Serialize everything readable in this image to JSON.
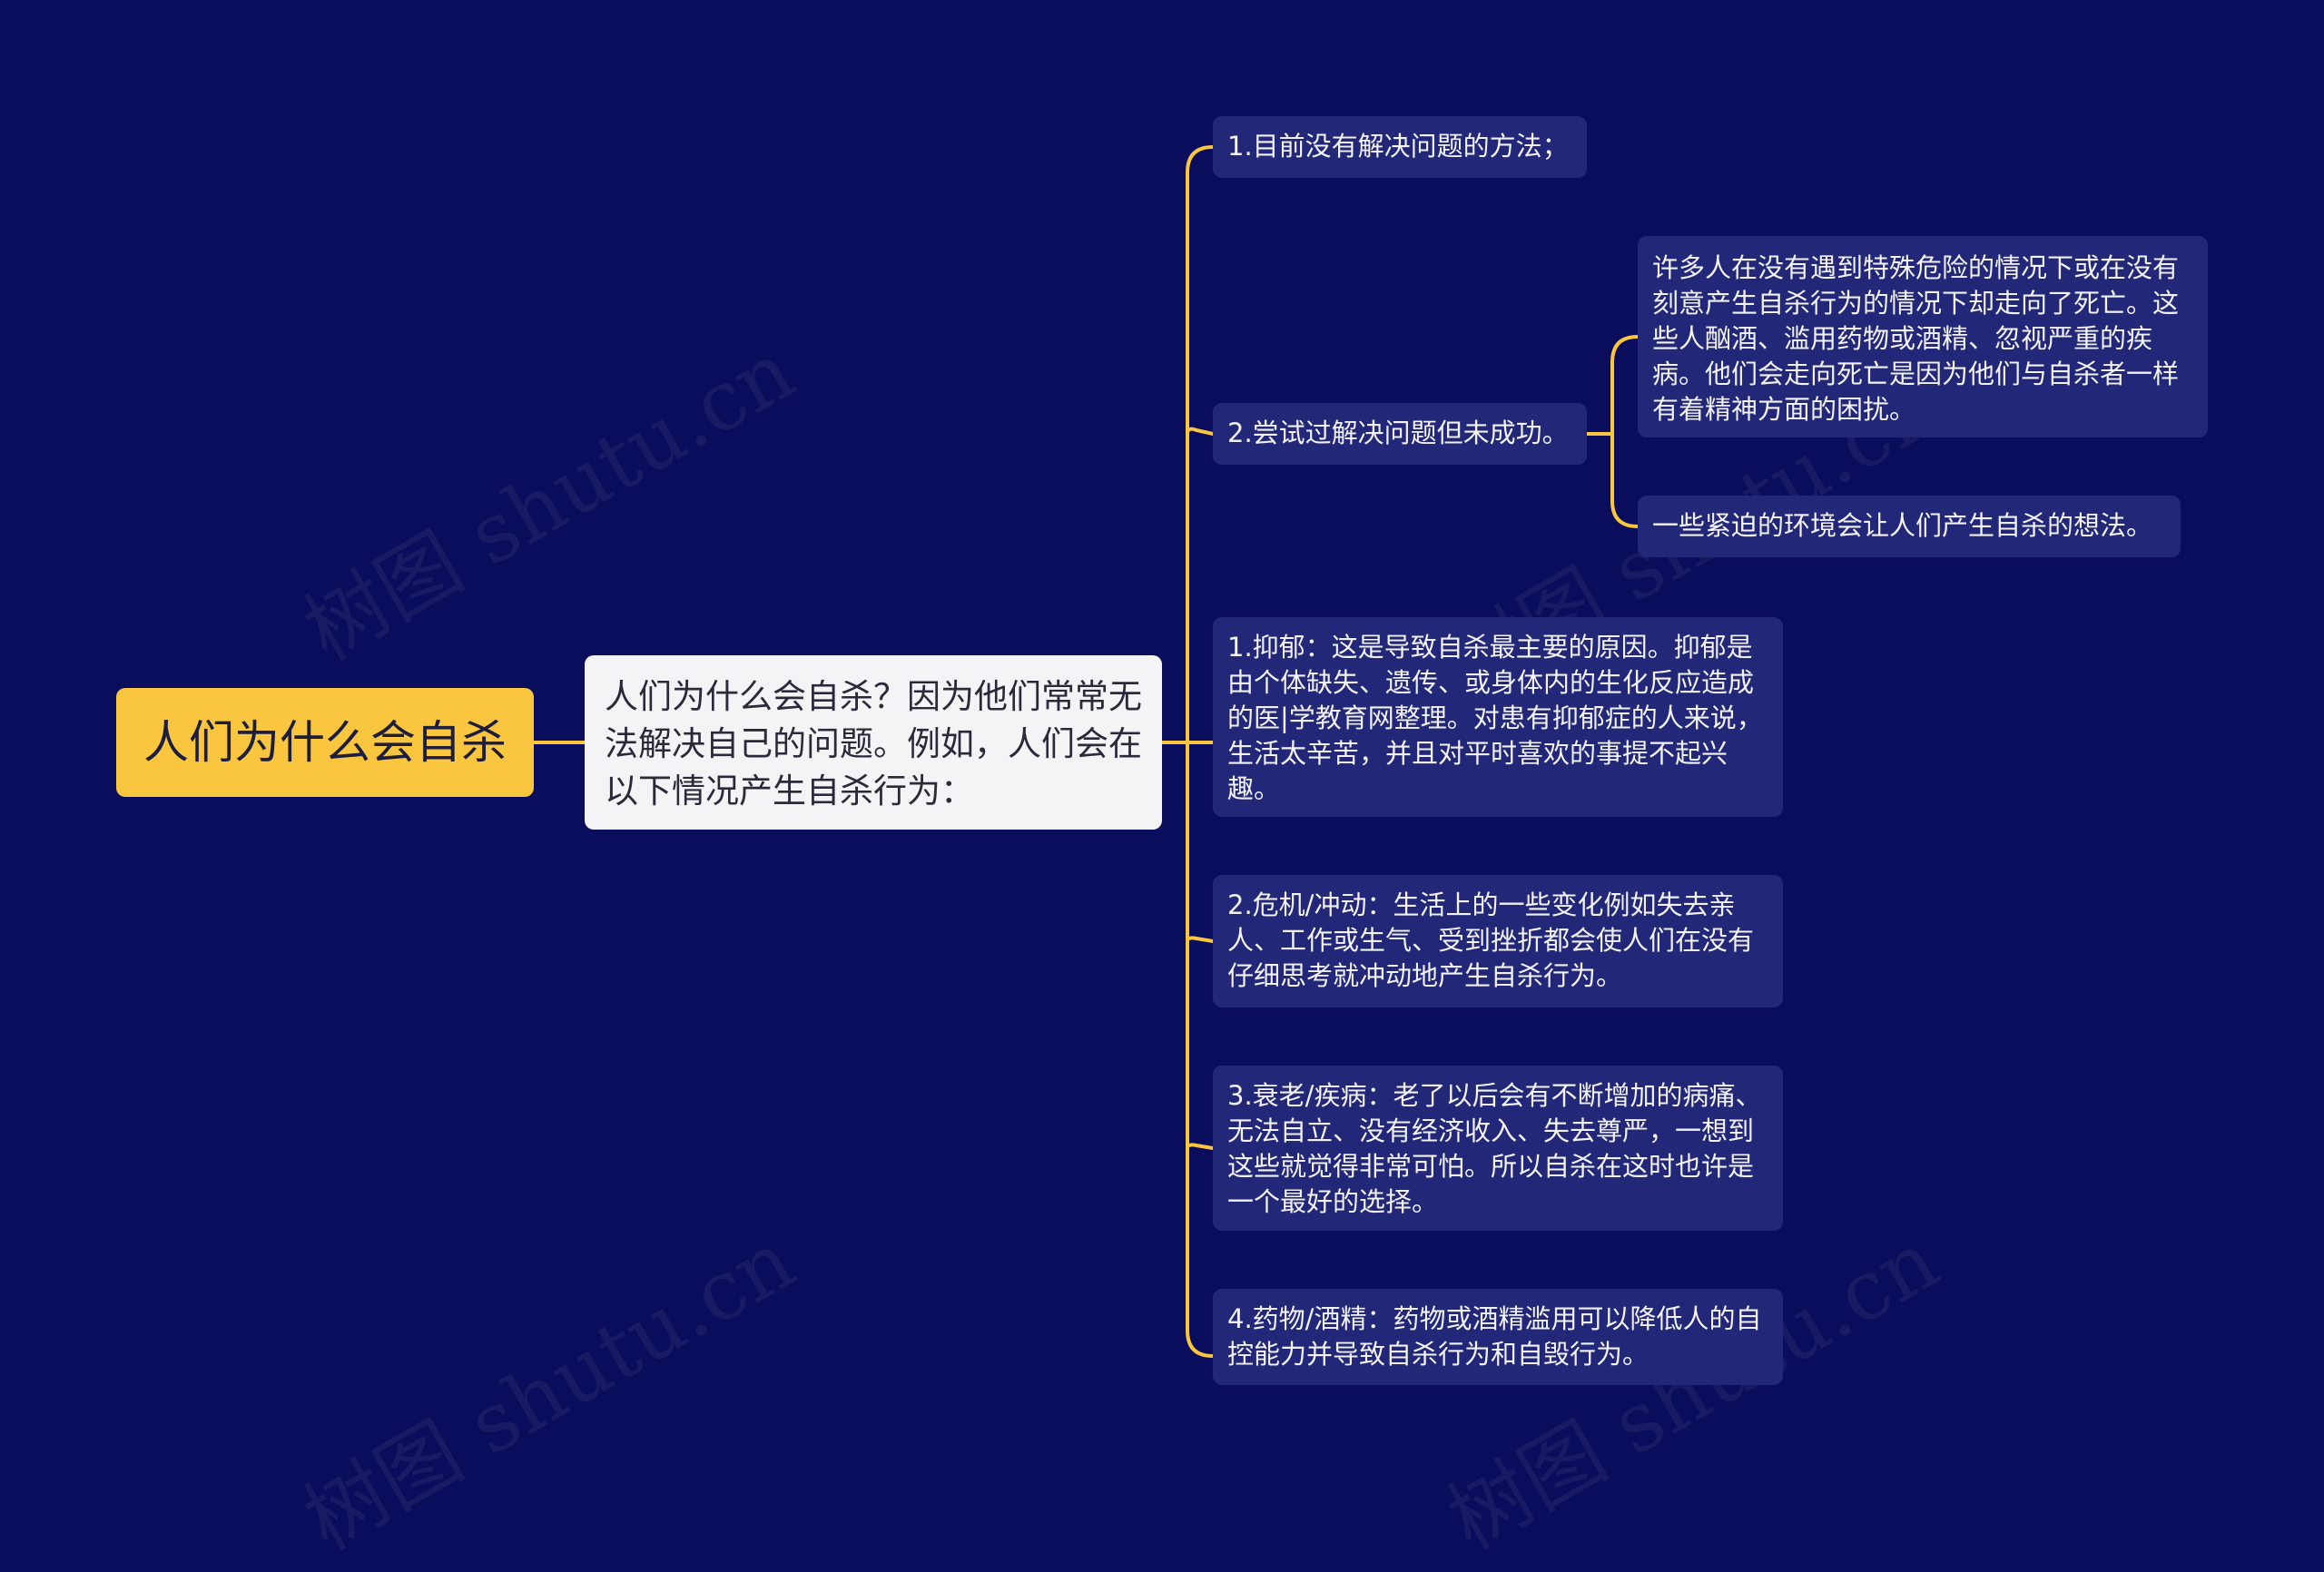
{
  "mindmap": {
    "root": "人们为什么会自杀",
    "center": "人们为什么会自杀？因为他们常常无法解决自己的问题。例如，人们会在以下情况产生自杀行为：",
    "branches": [
      {
        "text": "1.目前没有解决问题的方法；"
      },
      {
        "text": "2.尝试过解决问题但未成功。",
        "children": [
          "许多人在没有遇到特殊危险的情况下或在没有刻意产生自杀行为的情况下却走向了死亡。这些人酗酒、滥用药物或酒精、忽视严重的疾病。他们会走向死亡是因为他们与自杀者一样有着精神方面的困扰。",
          "一些紧迫的环境会让人们产生自杀的想法。"
        ]
      },
      {
        "text": "1.抑郁：这是导致自杀最主要的原因。抑郁是由个体缺失、遗传、或身体内的生化反应造成的医|学教育网整理。对患有抑郁症的人来说，生活太辛苦，并且对平时喜欢的事提不起兴趣。"
      },
      {
        "text": "2.危机/冲动：生活上的一些变化例如失去亲人、工作或生气、受到挫折都会使人们在没有仔细思考就冲动地产生自杀行为。"
      },
      {
        "text": "3.衰老/疾病：老了以后会有不断增加的病痛、无法自立、没有经济收入、失去尊严，一想到这些就觉得非常可怕。所以自杀在这时也许是一个最好的选择。"
      },
      {
        "text": "4.药物/酒精：药物或酒精滥用可以降低人的自控能力并导致自杀行为和自毁行为。"
      }
    ]
  },
  "watermark": "树图 shutu.cn",
  "colors": {
    "background": "#0a0d5b",
    "connector": "#fbc63f",
    "root_fill": "#fbc63f",
    "center_fill": "#f4f4f6",
    "leaf_fill": "#232778"
  }
}
